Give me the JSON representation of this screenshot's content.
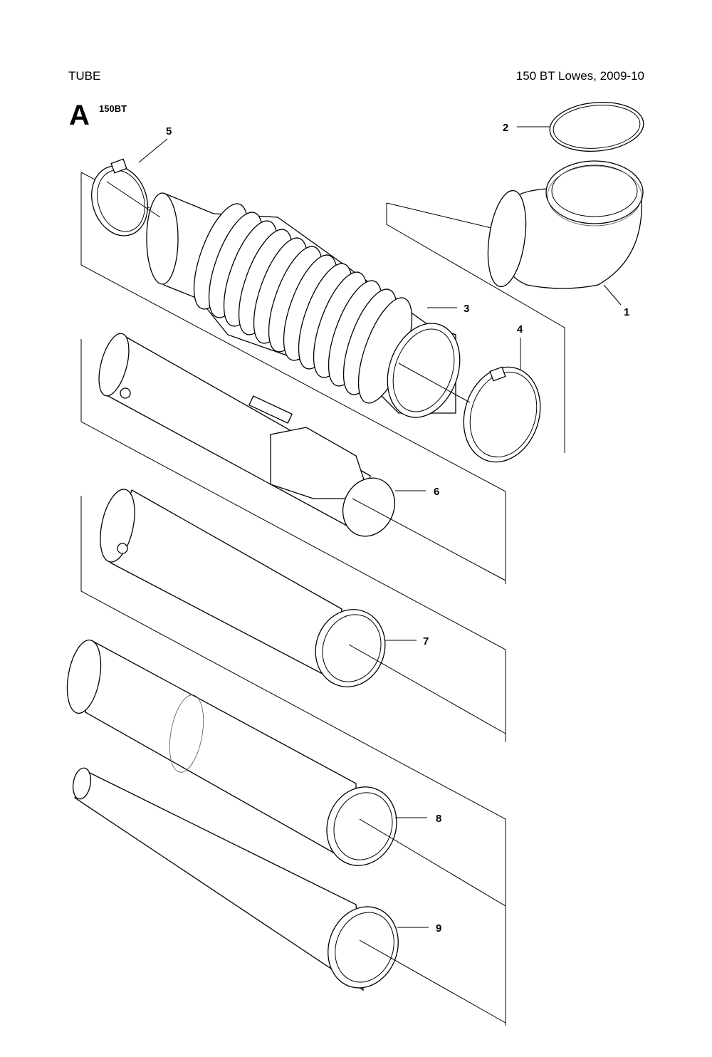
{
  "header": {
    "title": "TUBE",
    "model": "150 BT Lowes, 2009-10"
  },
  "section": {
    "letter": "A",
    "variant": "150BT"
  },
  "callouts": [
    "1",
    "2",
    "3",
    "4",
    "5",
    "6",
    "7",
    "8",
    "9"
  ]
}
